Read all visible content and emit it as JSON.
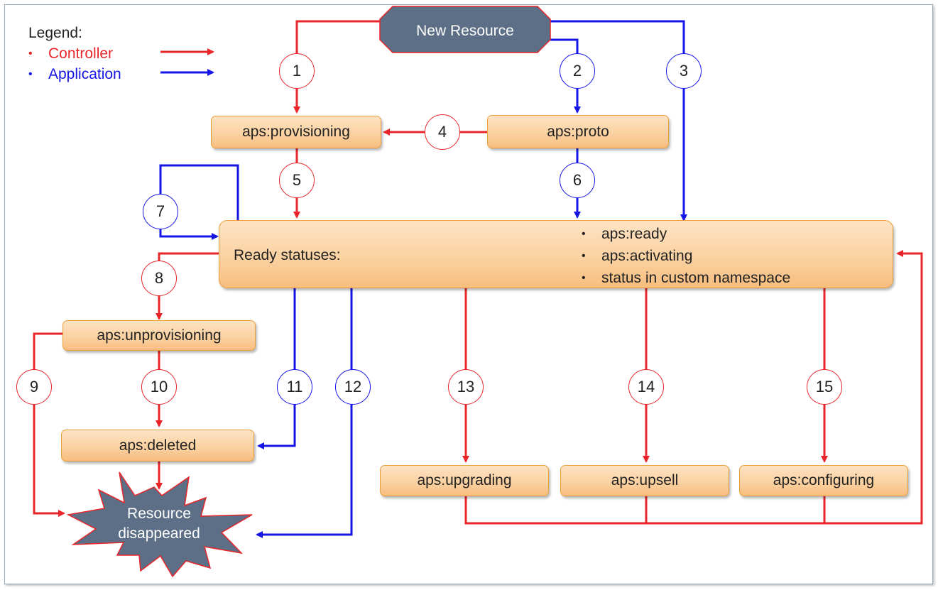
{
  "legend": {
    "title": "Legend:",
    "controller_label": "Controller",
    "application_label": "Application",
    "bullet": "•"
  },
  "colors": {
    "controller": "#e8262a",
    "application": "#1515e6",
    "box_fill": "#fbd2a2",
    "box_border": "#e9a03c",
    "shape_fill": "#5c6f86"
  },
  "nodes": {
    "new_resource": "New Resource",
    "provisioning": "aps:provisioning",
    "proto": "aps:proto",
    "ready_label": "Ready statuses:",
    "ready_items": [
      "aps:ready",
      "aps:activating",
      "status in custom namespace"
    ],
    "unprovisioning": "aps:unprovisioning",
    "deleted": "aps:deleted",
    "disappeared_line1": "Resource",
    "disappeared_line2": "disappeared",
    "upgrading": "aps:upgrading",
    "upsell": "aps:upsell",
    "configuring": "aps:configuring"
  },
  "transitions": [
    {
      "n": "1",
      "by": "controller",
      "from": "New Resource",
      "to": "aps:provisioning"
    },
    {
      "n": "2",
      "by": "application",
      "from": "New Resource",
      "to": "aps:proto"
    },
    {
      "n": "3",
      "by": "application",
      "from": "New Resource",
      "to": "Ready statuses"
    },
    {
      "n": "4",
      "by": "controller",
      "from": "aps:proto",
      "to": "aps:provisioning"
    },
    {
      "n": "5",
      "by": "controller",
      "from": "aps:provisioning",
      "to": "Ready statuses"
    },
    {
      "n": "6",
      "by": "application",
      "from": "aps:proto",
      "to": "Ready statuses"
    },
    {
      "n": "7",
      "by": "application",
      "from": "Ready statuses",
      "to": "Ready statuses"
    },
    {
      "n": "8",
      "by": "controller",
      "from": "Ready statuses",
      "to": "aps:unprovisioning"
    },
    {
      "n": "9",
      "by": "controller",
      "from": "aps:unprovisioning",
      "to": "Resource disappeared"
    },
    {
      "n": "10",
      "by": "controller",
      "from": "aps:unprovisioning",
      "to": "aps:deleted"
    },
    {
      "n": "11",
      "by": "application",
      "from": "Ready statuses",
      "to": "aps:deleted"
    },
    {
      "n": "12",
      "by": "application",
      "from": "Ready statuses",
      "to": "Resource disappeared"
    },
    {
      "n": "13",
      "by": "controller",
      "from": "Ready statuses",
      "to": "aps:upgrading"
    },
    {
      "n": "14",
      "by": "controller",
      "from": "Ready statuses",
      "to": "aps:upsell"
    },
    {
      "n": "15",
      "by": "controller",
      "from": "Ready statuses",
      "to": "aps:configuring"
    }
  ]
}
